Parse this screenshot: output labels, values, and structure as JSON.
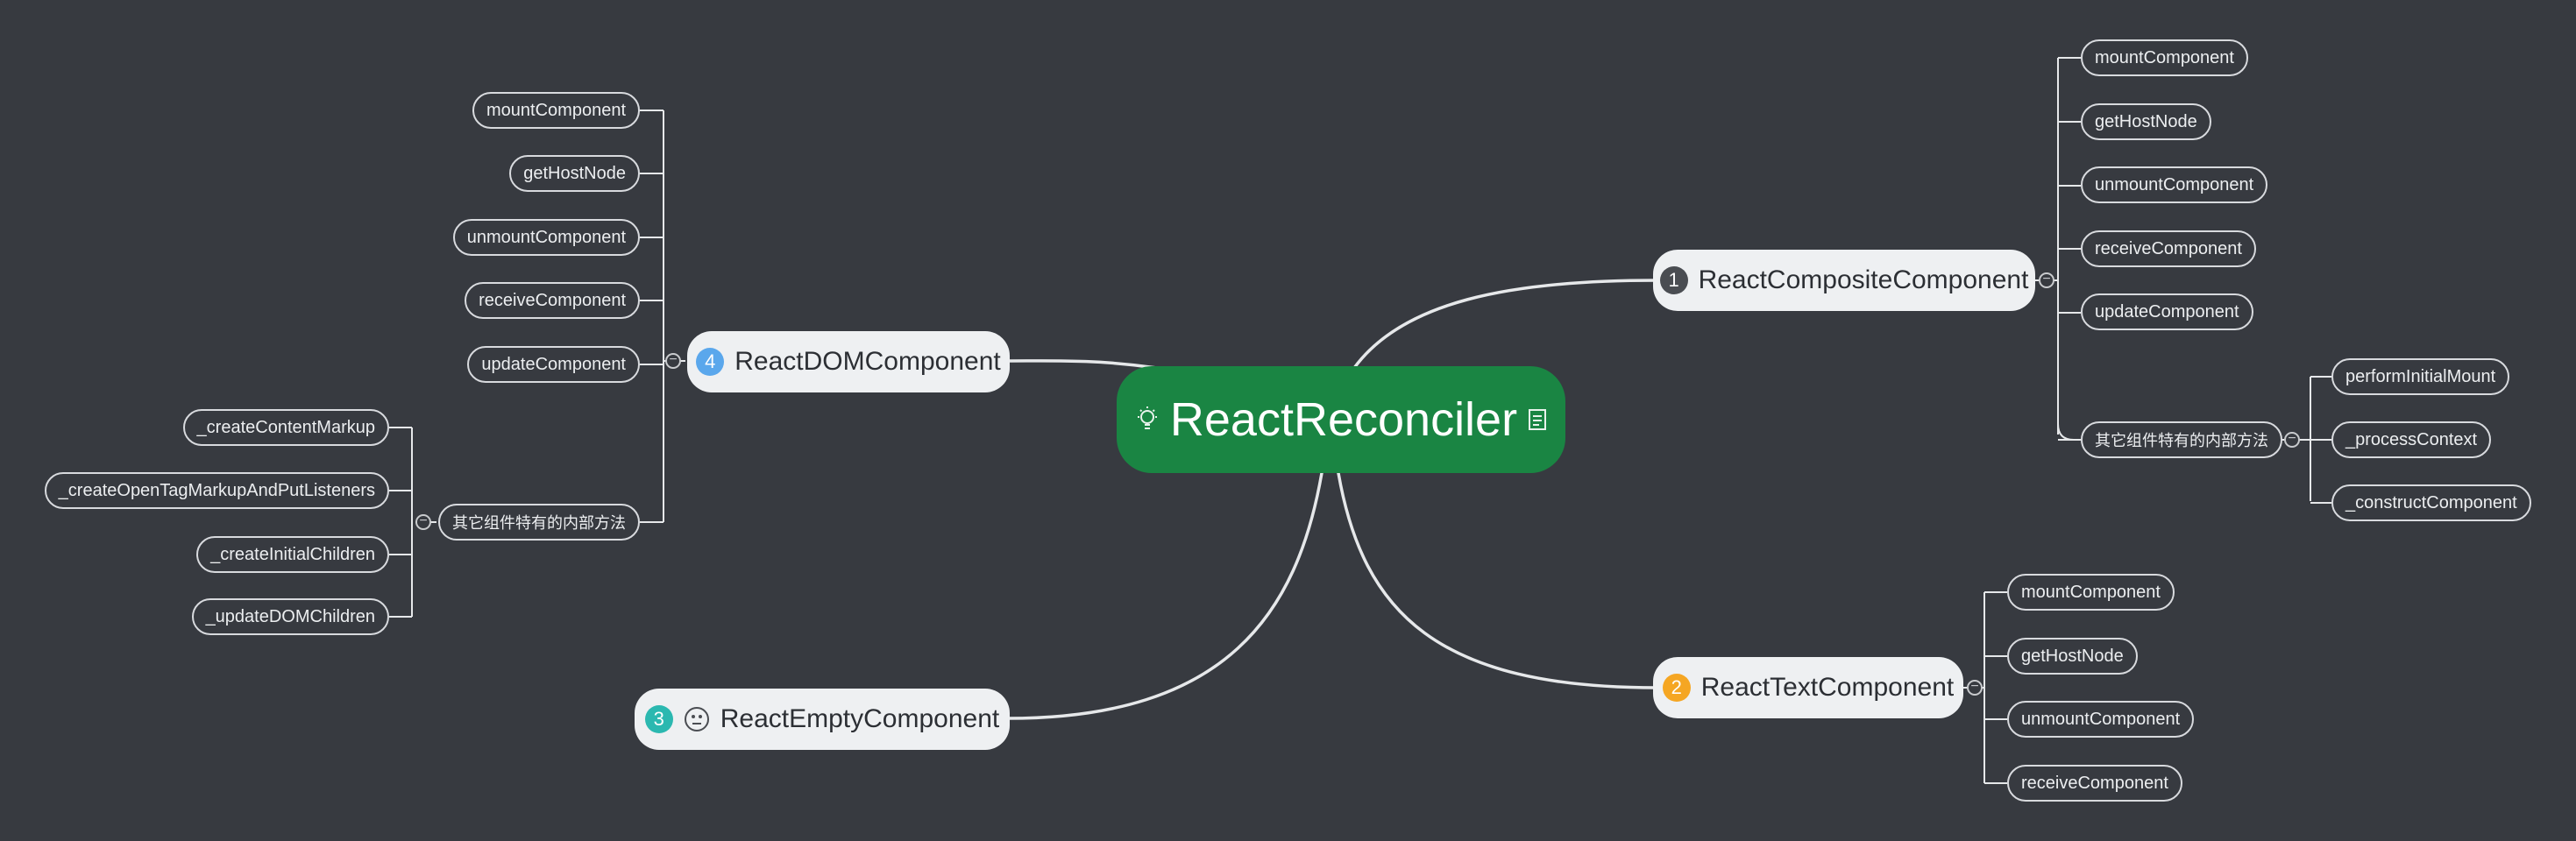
{
  "root": {
    "label": "ReactReconciler",
    "icon": "lightbulb-icon",
    "note_icon": "note-icon",
    "color": "#1a8543"
  },
  "branches": {
    "composite": {
      "label": "ReactCompositeComponent",
      "number": "1",
      "badge_color": "#4a4d52",
      "children": [
        "mountComponent",
        "getHostNode",
        "unmountComponent",
        "receiveComponent",
        "updateComponent",
        "其它组件特有的内部方法"
      ],
      "sub_children": [
        "performInitialMount",
        "_processContext",
        "_constructComponent"
      ]
    },
    "text": {
      "label": "ReactTextComponent",
      "number": "2",
      "badge_color": "#f5a623",
      "children": [
        "mountComponent",
        "getHostNode",
        "unmountComponent",
        "receiveComponent"
      ]
    },
    "empty": {
      "label": "ReactEmptyComponent",
      "number": "3",
      "badge_color": "#2bb8b0",
      "emoji": "neutral-face-icon"
    },
    "dom": {
      "label": "ReactDOMComponent",
      "number": "4",
      "badge_color": "#5aa7ec",
      "children": [
        "mountComponent",
        "getHostNode",
        "unmountComponent",
        "receiveComponent",
        "updateComponent",
        "其它组件特有的内部方法"
      ],
      "sub_children": [
        "_createContentMarkup",
        "_createOpenTagMarkupAndPutListeners",
        "_createInitialChildren",
        "_updateDOMChildren"
      ]
    }
  }
}
